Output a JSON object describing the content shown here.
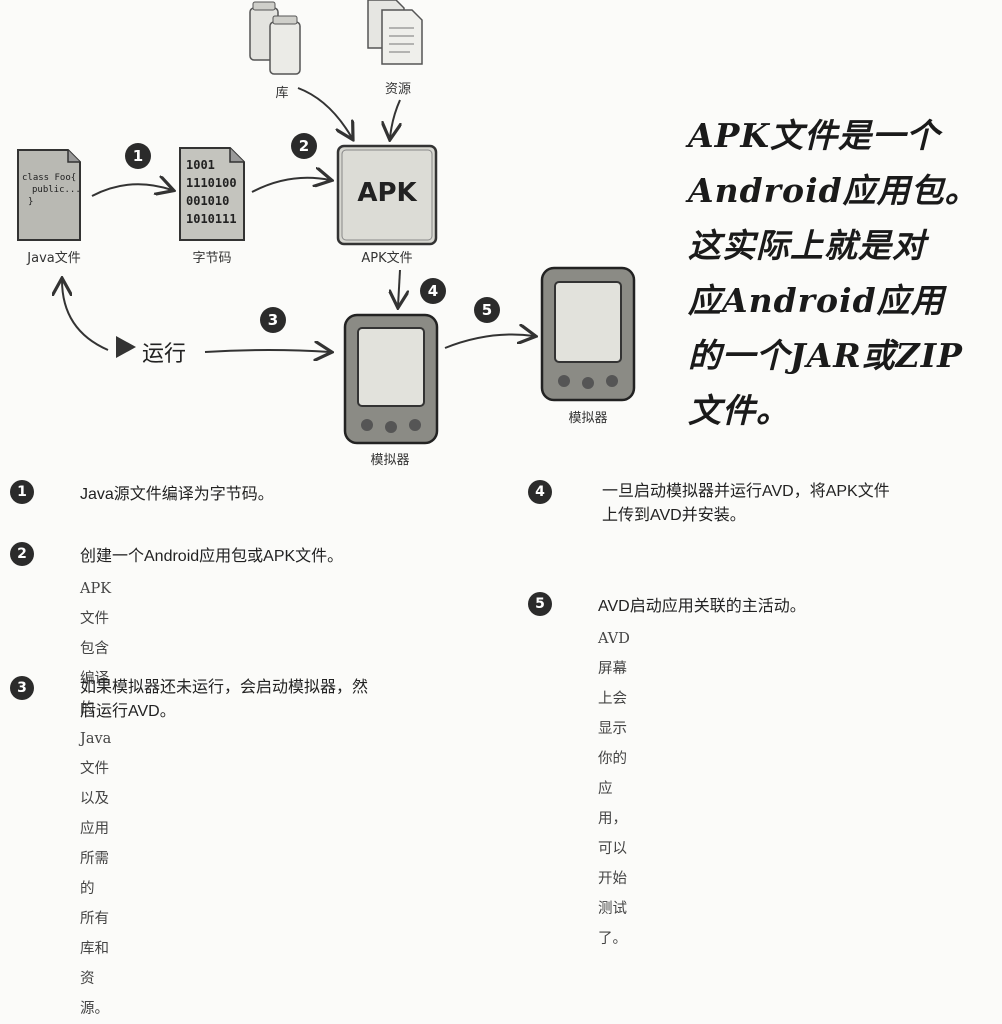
{
  "diagram": {
    "labels": {
      "library": "库",
      "resources": "资源",
      "java_file": "Java文件",
      "bytecode": "字节码",
      "apk_file": "APK文件",
      "emulator_1": "模拟器",
      "emulator_2": "模拟器",
      "run": "运行"
    },
    "apk_box_text": "APK",
    "java_icon_lines": [
      "class Foo{",
      "public...",
      "}"
    ],
    "bytecode_lines": [
      "1001",
      "1110100",
      "001010",
      "1010111"
    ],
    "badges": {
      "b1": "1",
      "b2": "2",
      "b3": "3",
      "b4": "4",
      "b5": "5"
    }
  },
  "callout": {
    "lines": [
      "APK文件是一个",
      "Android应用包。",
      "这实际上就是对",
      "应Android应用",
      "的一个JAR或ZIP",
      "文件。"
    ]
  },
  "steps": [
    {
      "num": "1",
      "title": "Java源文件编译为字节码。",
      "detail": []
    },
    {
      "num": "2",
      "title": "创建一个Android应用包或APK文件。",
      "detail": [
        "APK文件包含编译的Java文件以及应用所需的",
        "所有库和资源。"
      ]
    },
    {
      "num": "3",
      "title": "如果模拟器还未运行，会启动模拟器，然",
      "title2": "后运行AVD。",
      "detail": []
    },
    {
      "num": "4",
      "title": "一旦启动模拟器并运行AVD，将APK文件",
      "title2": "上传到AVD并安装。",
      "detail": []
    },
    {
      "num": "5",
      "title": "AVD启动应用关联的主活动。",
      "detail": [
        "AVD屏幕上会显示你的应用，可以开始测试",
        "了。"
      ]
    }
  ]
}
